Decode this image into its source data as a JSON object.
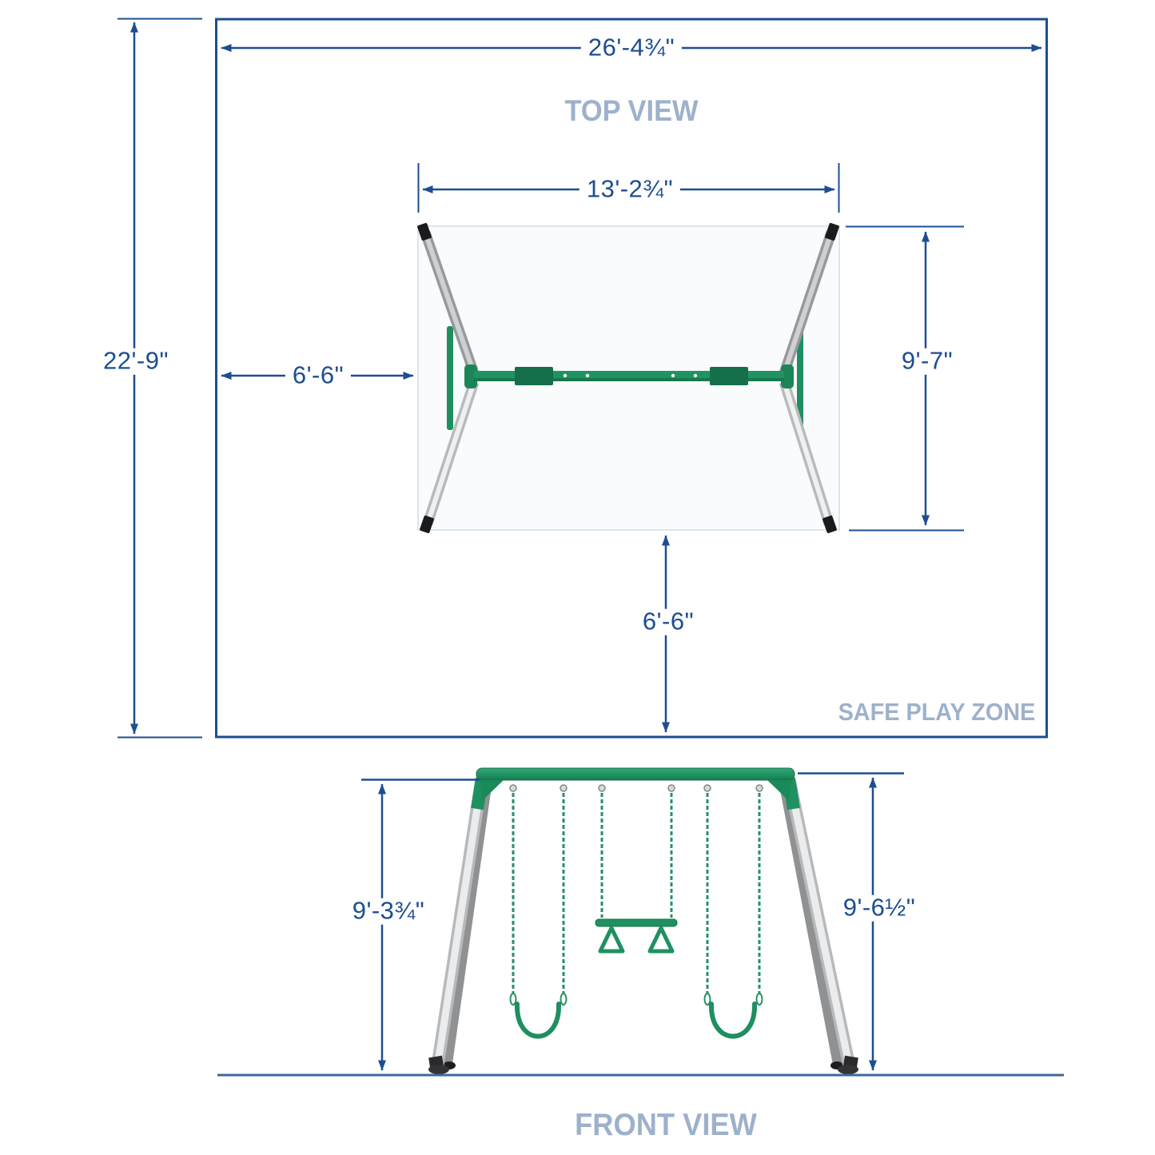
{
  "top_view": {
    "title": "TOP VIEW",
    "safe_play_zone": "SAFE PLAY ZONE",
    "overall_width": "26'-4¾\"",
    "overall_depth": "22'-9\"",
    "beam_span": "13'-2¾\"",
    "frame_depth": "9'-7\"",
    "side_clearance": "6'-6\"",
    "front_clearance": "6'-6\""
  },
  "front_view": {
    "title": "FRONT VIEW",
    "left_height": "9'-3¾\"",
    "right_height": "9'-6½\""
  },
  "colors": {
    "dimension_blue": "#1d4e91",
    "label_blue_gray": "#9db1cc",
    "frame_green": "#1f9161",
    "frame_green_dark": "#156f4a",
    "leg_gray": "#b9bbbd",
    "ground_blue": "#3c6899",
    "footprint_border": "#dde5ef"
  }
}
